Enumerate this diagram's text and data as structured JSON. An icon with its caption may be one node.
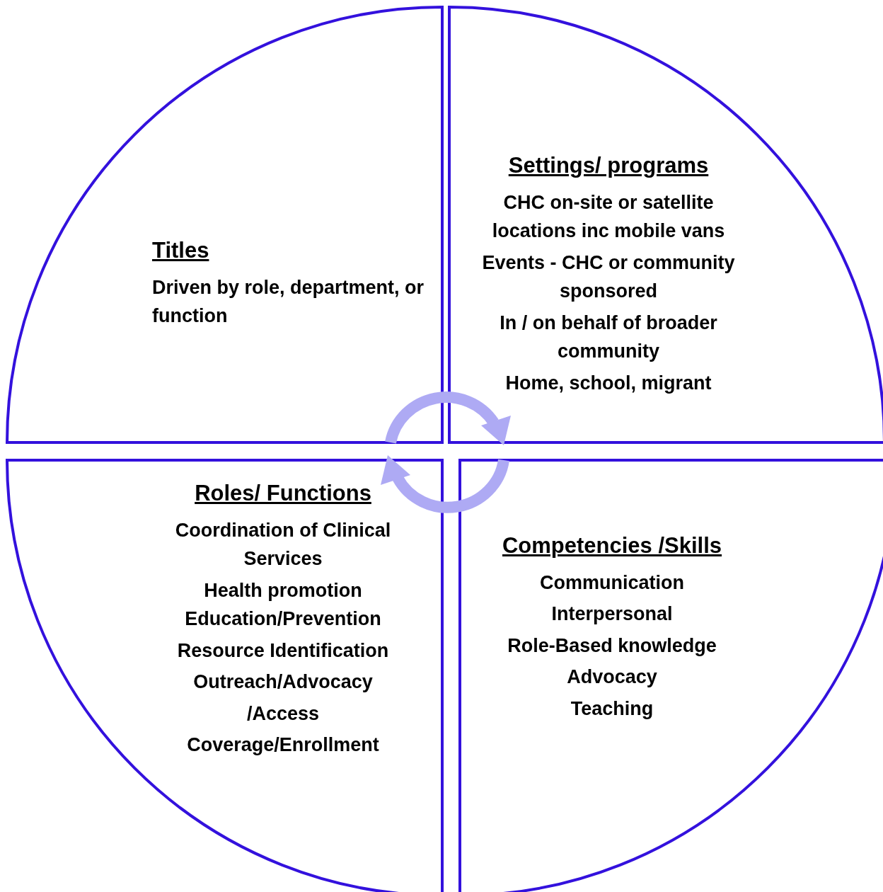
{
  "diagram": {
    "nodes": [
      {
        "text": [
          "Titles",
          "Driven by role, department, or function"
        ]
      },
      {
        "text": [
          "Settings/ programs",
          "CHC on-site or satellite locations inc mobile vans",
          "Events - CHC or community sponsored",
          "In / on behalf of broader community",
          "Home, school, migrant"
        ]
      },
      {
        "text": [
          "Roles/ Functions",
          "Coordination of Clinical Services",
          "Health promotion Education/Prevention",
          "Resource Identification",
          "Outreach/Advocacy",
          "/Access",
          "Coverage/Enrollment"
        ]
      },
      {
        "text": [
          "Competencies /Skills",
          "Communication",
          "Interpersonal",
          "Role-Based knowledge",
          "Advocacy",
          "Teaching"
        ]
      }
    ]
  }
}
